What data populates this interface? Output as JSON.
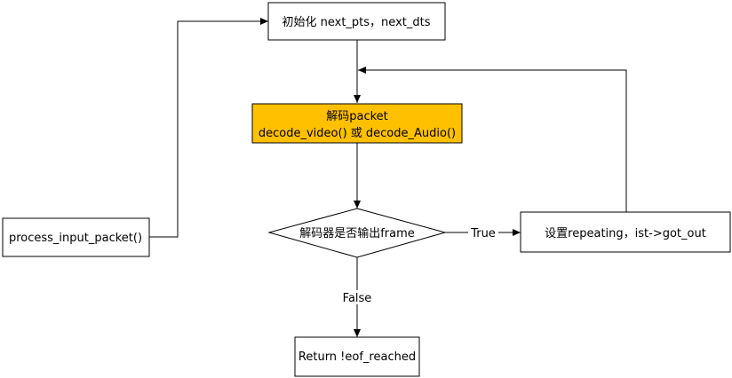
{
  "nodes": {
    "init": {
      "label": "初始化 next_pts，next_dts"
    },
    "decode": {
      "line1": "解码packet",
      "line2": "decode_video() 或 decode_Audio()",
      "fill_color": "#ffc000"
    },
    "decision": {
      "label": "解码器是否输出frame"
    },
    "repeat": {
      "label": "设置repeating，ist->got_out"
    },
    "process": {
      "label": "process_input_packet()"
    },
    "return": {
      "label": "Return !eof_reached"
    }
  },
  "edges": {
    "true_label": "True",
    "false_label": "False"
  }
}
